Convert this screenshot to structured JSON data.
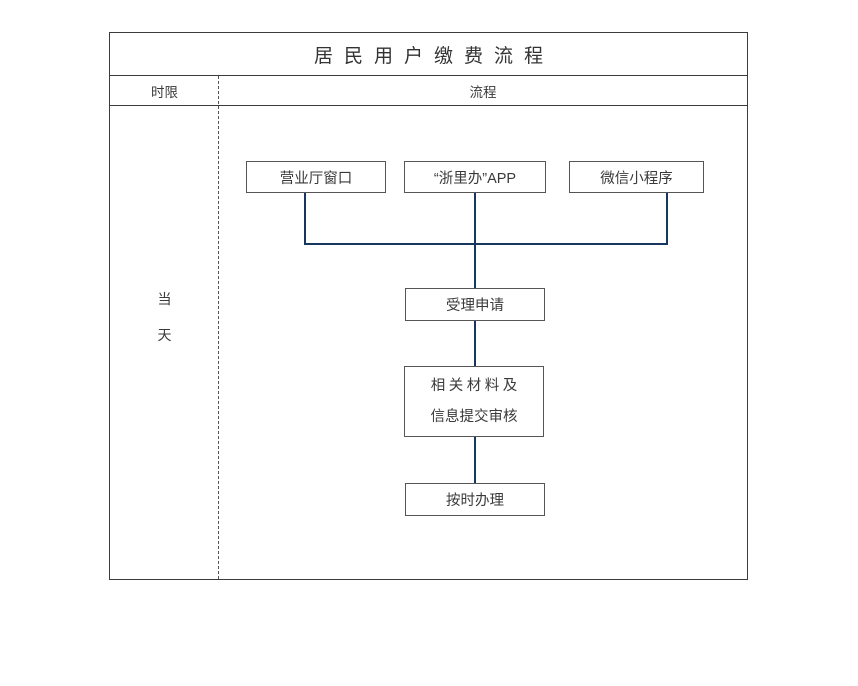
{
  "document": {
    "title": "居民用户缴费流程"
  },
  "table": {
    "headers": {
      "time_limit": "时限",
      "process": "流程"
    },
    "time_limit_value_lines": [
      "当",
      "天"
    ]
  },
  "flow": {
    "sources": [
      {
        "label": "营业厅窗口"
      },
      {
        "label": "“浙里办”APP"
      },
      {
        "label": "微信小程序"
      }
    ],
    "steps": [
      {
        "label": "受理申请"
      },
      {
        "line1": "相关材料及",
        "line2": "信息提交审核"
      },
      {
        "label": "按时办理"
      }
    ]
  },
  "colors": {
    "connector": "#17375e",
    "box_border": "#555555",
    "table_border": "#3c3c3c",
    "text": "#3a3a3a",
    "background": "#ffffff"
  }
}
